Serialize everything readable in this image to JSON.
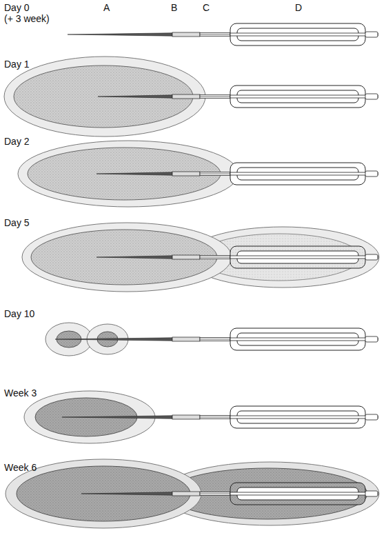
{
  "diagram": {
    "labels": [
      "Day 0",
      "(+ 3 week)",
      "A",
      "B",
      "C",
      "D",
      "Day 1",
      "Day 2",
      "Day 5",
      "Day 10",
      "Week 3",
      "Week 6"
    ]
  }
}
